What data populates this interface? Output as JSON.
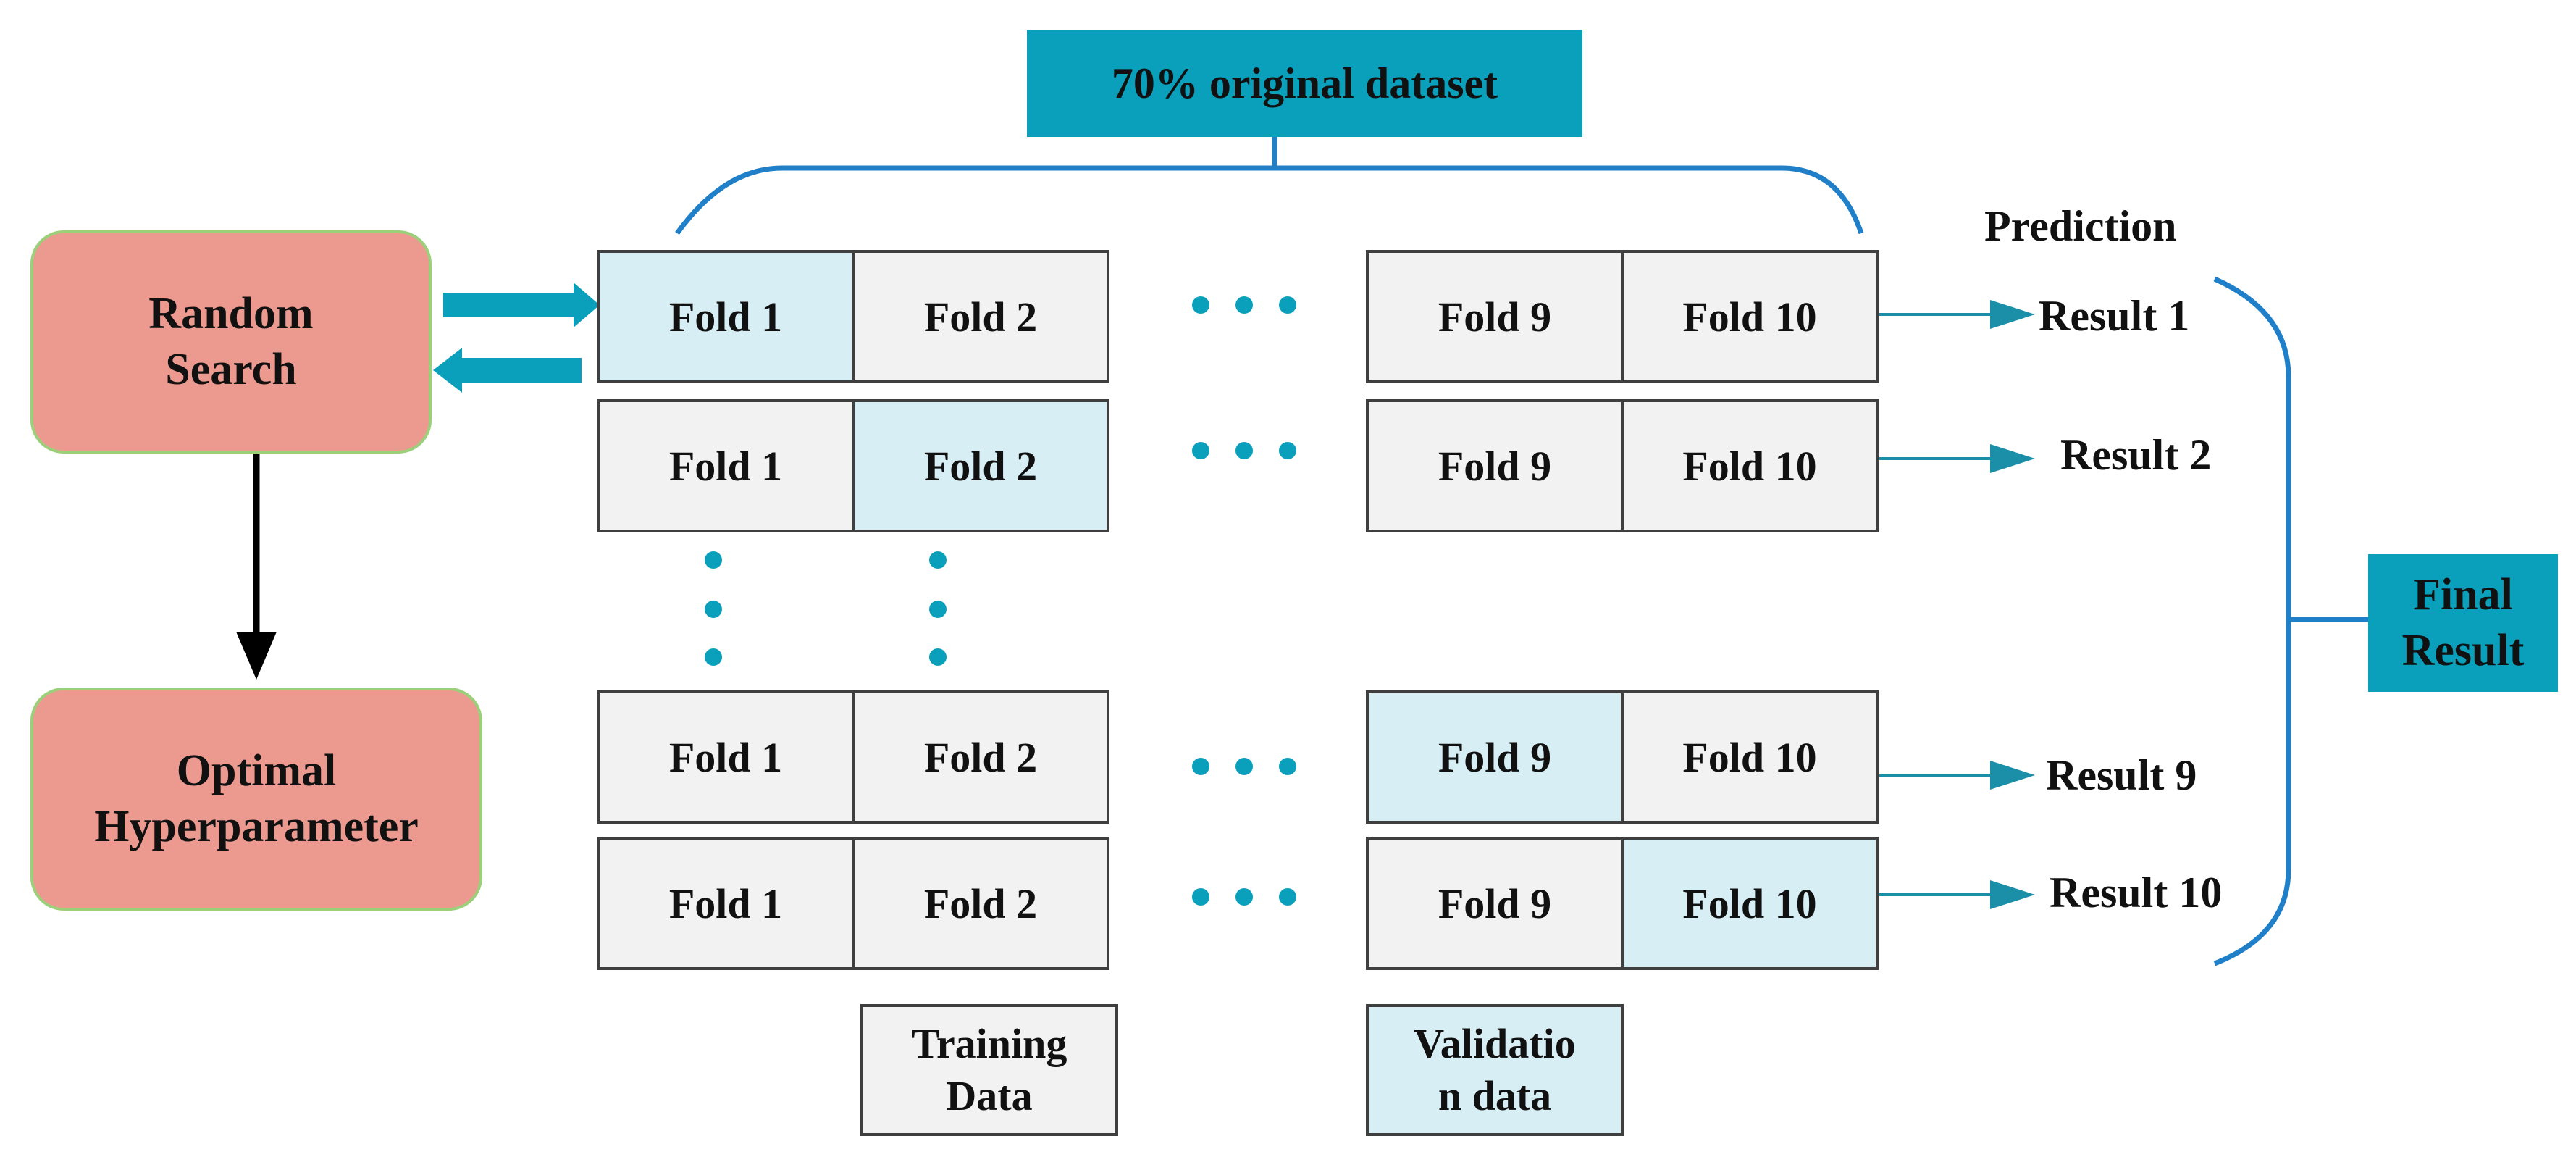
{
  "header": {
    "label": "70% original dataset"
  },
  "random_search": {
    "line1": "Random",
    "line2": "Search"
  },
  "optimal": {
    "line1": "Optimal",
    "line2": "Hyperparameter"
  },
  "prediction_label": "Prediction",
  "folds": {
    "fold1": "Fold 1",
    "fold2": "Fold 2",
    "fold9": "Fold 9",
    "fold10": "Fold 10"
  },
  "results": {
    "r1": "Result 1",
    "r2": "Result 2",
    "r9": "Result 9",
    "r10": "Result 10"
  },
  "final_result": {
    "line1": "Final",
    "line2": "Result"
  },
  "legend": {
    "training_line1": "Training",
    "training_line2": "Data",
    "validation_line1": "Validatio",
    "validation_line2": "n data"
  },
  "colors": {
    "accent": "#0aa0bb",
    "rounded_fill": "#ec9a8f",
    "rounded_border": "#9bd07a",
    "fold_fill": "#f2f2f2",
    "validation_fill": "#d6eef4",
    "brace": "#1f7fc8"
  }
}
